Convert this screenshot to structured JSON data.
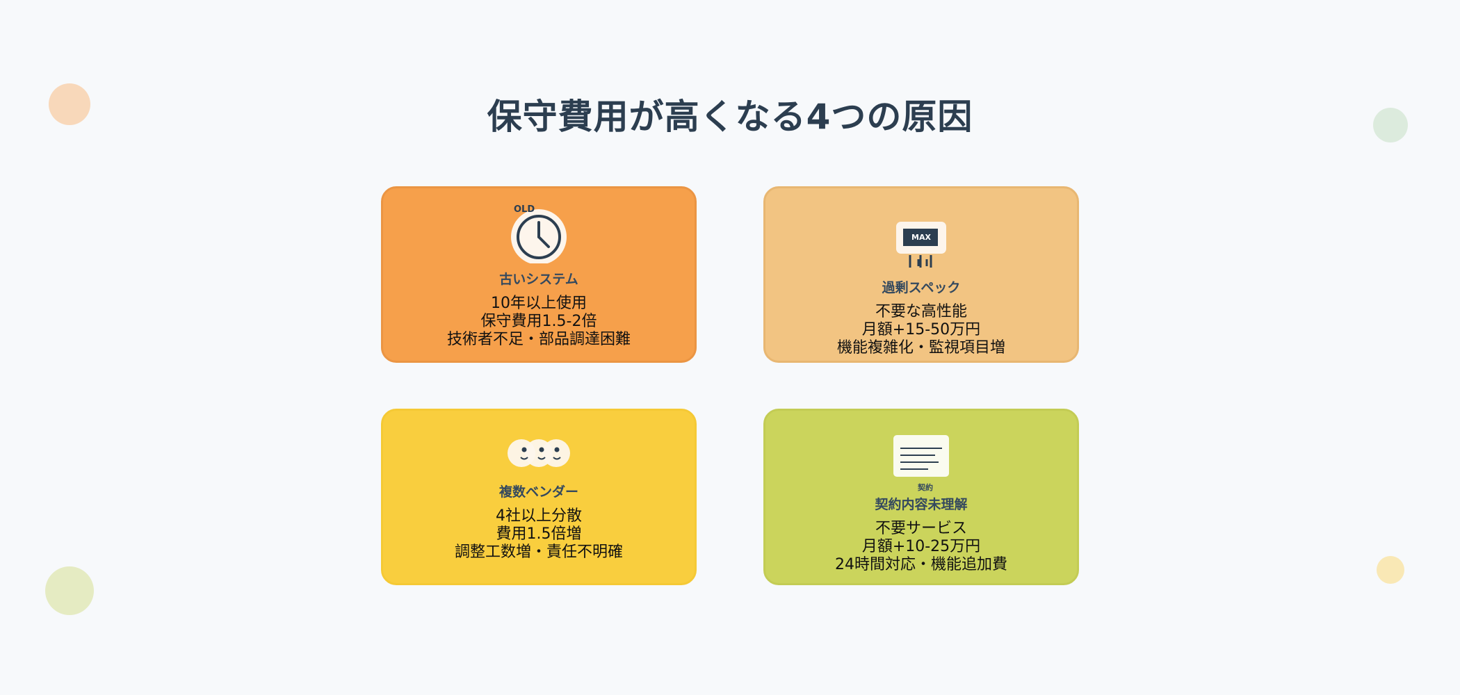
{
  "title": "保守費用が高くなる4つの原因",
  "colors": {
    "background": "#f7f9fb",
    "text_dark": "#2c3e50",
    "card_old": "#f6a04b",
    "card_spec": "#f2c482",
    "card_vendor": "#f9ce3e",
    "card_contract": "#cbd45c"
  },
  "cards": [
    {
      "id": "old-system",
      "icon": "clock-icon",
      "icon_label": "OLD",
      "title": "古いシステム",
      "lines": [
        "10年以上使用",
        "保守費用1.5-2倍",
        "技術者不足・部品調達困難"
      ]
    },
    {
      "id": "over-spec",
      "icon": "server-max-icon",
      "icon_label": "MAX",
      "title": "過剰スペック",
      "lines": [
        "不要な高性能",
        "月額+15-50万円",
        "機能複雑化・監視項目増"
      ]
    },
    {
      "id": "multi-vendor",
      "icon": "three-faces-icon",
      "title": "複数ベンダー",
      "lines": [
        "4社以上分散",
        "費用1.5倍増",
        "調整工数増・責任不明確"
      ]
    },
    {
      "id": "contract",
      "icon": "document-icon",
      "icon_label": "契約",
      "title": "契約内容未理解",
      "lines": [
        "不要サービス",
        "月額+10-25万円",
        "24時間対応・機能追加費"
      ]
    }
  ]
}
